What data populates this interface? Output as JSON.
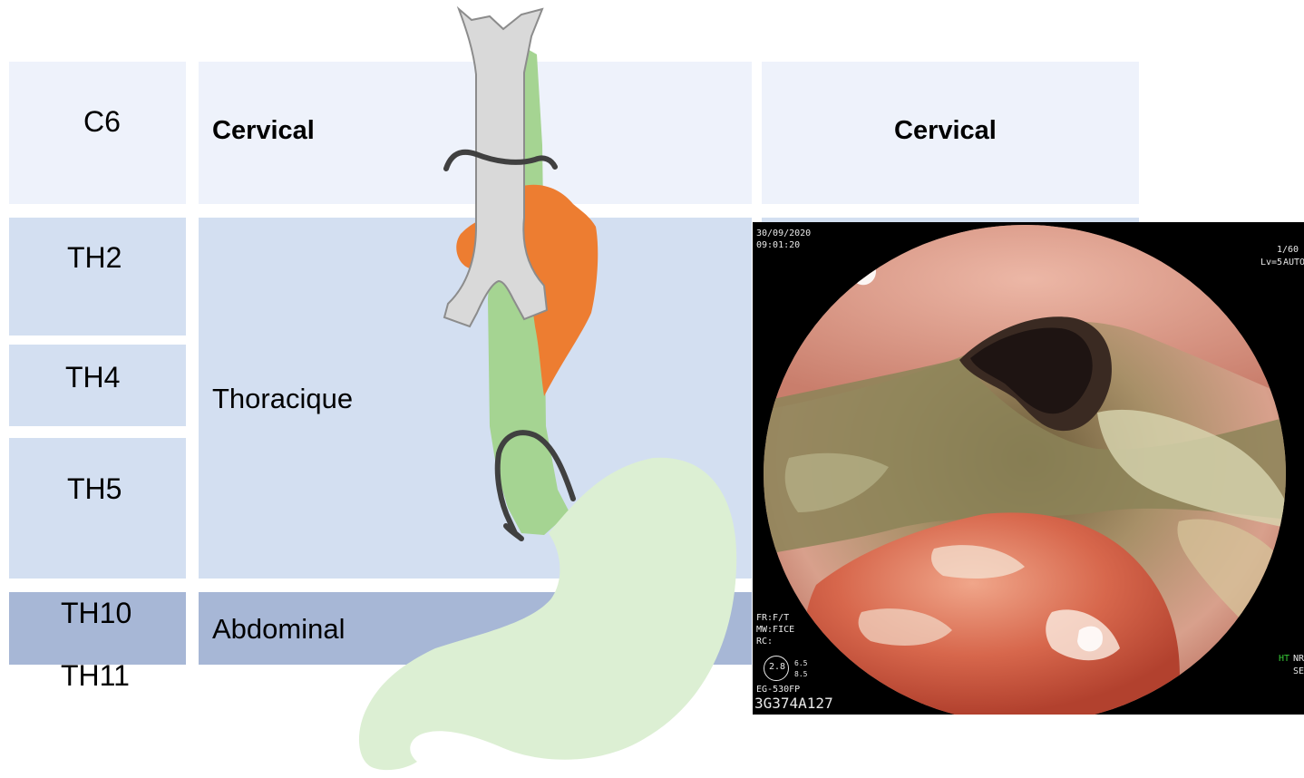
{
  "levels": {
    "c6": "C6",
    "th2": "TH2",
    "th4": "TH4",
    "th5": "TH5",
    "th10": "TH10",
    "th11": "TH11"
  },
  "regions": {
    "cervical": "Cervical",
    "thoracique": "Thoracique",
    "abdominal": "Abdominal",
    "right_header": "Cervical"
  },
  "endoscopy_overlay": {
    "date": "30/09/2020",
    "time": "09:01:20",
    "shutter": "1/60",
    "level": "Lv=5",
    "mode": "AUTO",
    "fr": "FR:F/T",
    "mw": "MW:FICE",
    "rc": "RC:",
    "gauge": "2.8",
    "gauge_side_a": "6.5",
    "gauge_side_b": "8.5",
    "scope_model": "EG-530FP",
    "serial": "3G374A127",
    "ht": "HT",
    "nr": "NR",
    "se": "SE"
  },
  "colors": {
    "band_light": "#eef2fb",
    "band_medium": "#d3dff1",
    "band_dark": "#a7b7d6",
    "esophagus": "#a5d492",
    "stomach": "#dcefd3",
    "trachea": "#d9d9d9",
    "aorta": "#ed7d31",
    "sphincter": "#404040"
  }
}
